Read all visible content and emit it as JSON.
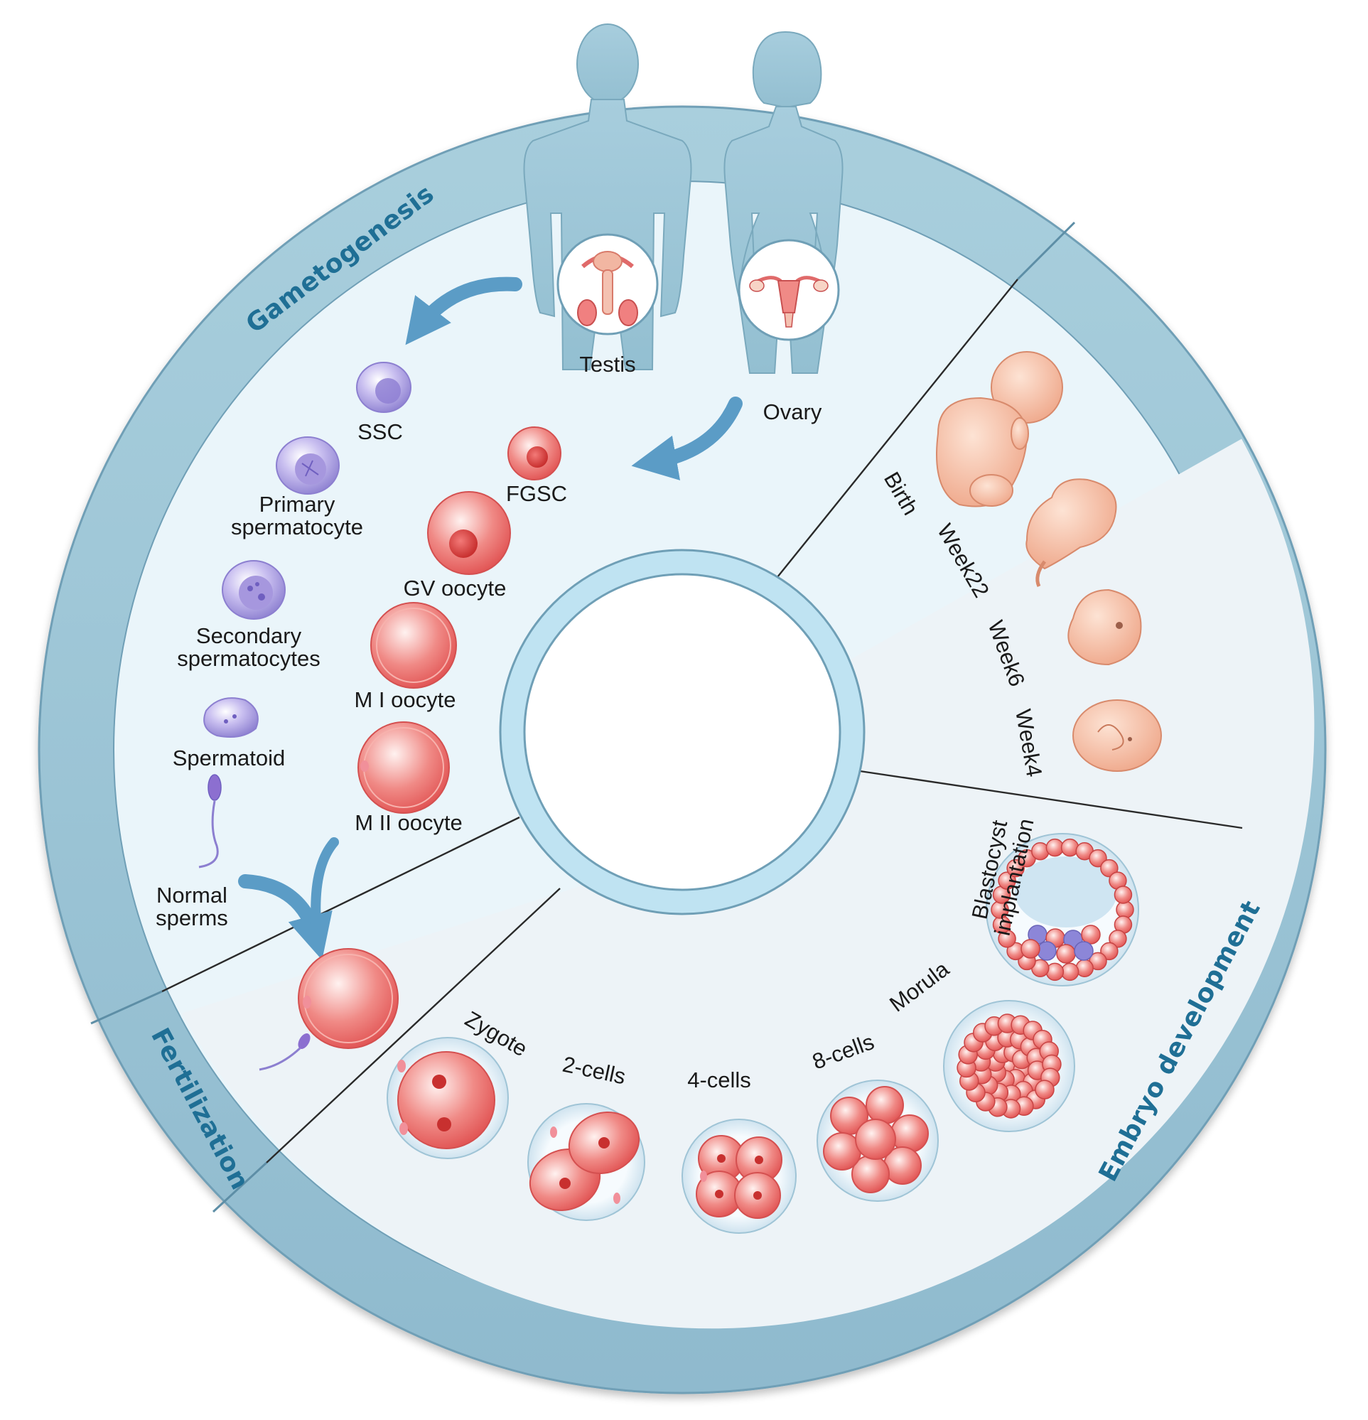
{
  "sections": {
    "gametogenesis": "Gametogenesis",
    "fertilization": "Fertilization",
    "embryo_development": "Embryo development"
  },
  "organs": {
    "testis": "Testis",
    "ovary": "Ovary"
  },
  "male_cells": {
    "ssc": "SSC",
    "primary_1": "Primary",
    "primary_2": "spermatocyte",
    "secondary_1": "Secondary",
    "secondary_2": "spermatocytes",
    "spermatoid": "Spermatoid",
    "normal_1": "Normal",
    "normal_2": "sperms"
  },
  "female_cells": {
    "fgsc": "FGSC",
    "gv": "GV oocyte",
    "m1": "M I oocyte",
    "m2": "M II oocyte"
  },
  "embryo_stages": {
    "zygote": "Zygote",
    "two_cells": "2-cells",
    "four_cells": "4-cells",
    "eight_cells": "8-cells",
    "morula": "Morula",
    "blastocyst_1": "Blastocyst",
    "blastocyst_2": "implantation"
  },
  "fetal_stages": {
    "birth": "Birth",
    "week22": "Week22",
    "week6": "Week6",
    "week4": "Week4"
  },
  "colors": {
    "ring": "#9ac3d4",
    "inner": "#eef7fb",
    "embryo_bg": "#edf3f7",
    "accent_text": "#1f6f95",
    "sperm_cells": "#9d8fd6",
    "oocytes": "#e45a5a",
    "fetus": "#f4b59a",
    "arrow": "#5b9cc6"
  }
}
